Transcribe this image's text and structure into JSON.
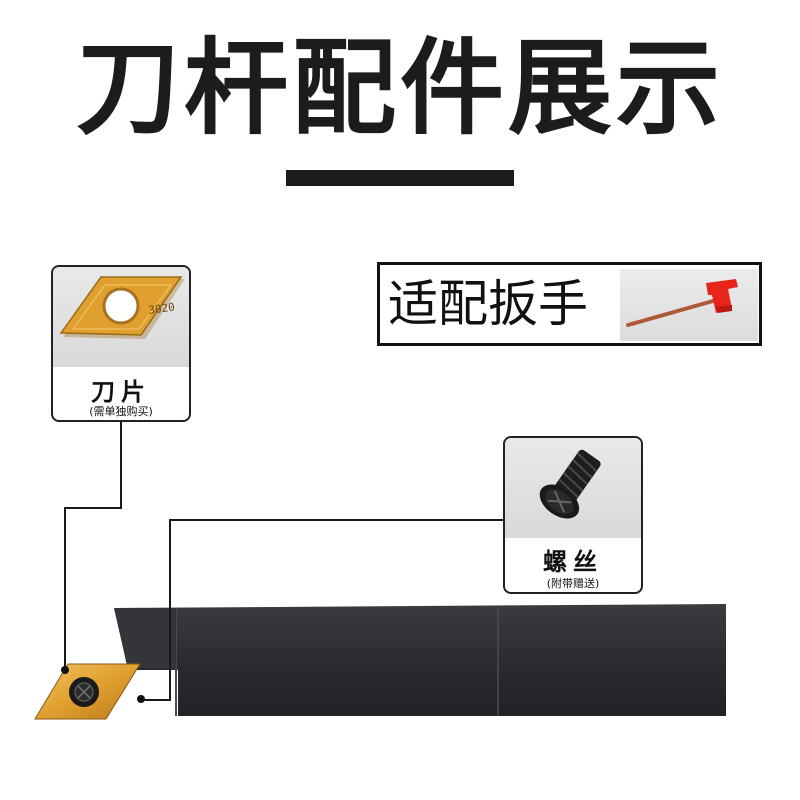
{
  "header": {
    "title": "刀杆配件展示"
  },
  "parts": {
    "insert": {
      "label": "刀片",
      "note": "(需单独购买)",
      "insert_marking": "3020"
    },
    "screw": {
      "label": "螺丝",
      "note": "(附带赠送)"
    },
    "wrench": {
      "label": "适配扳手"
    }
  },
  "colors": {
    "insert_gold": "#e0a030",
    "toolbar_dark": "#2a2c30",
    "wrench_red": "#e8251a",
    "wrench_shaft": "#b0593a",
    "frame": "#222222"
  }
}
